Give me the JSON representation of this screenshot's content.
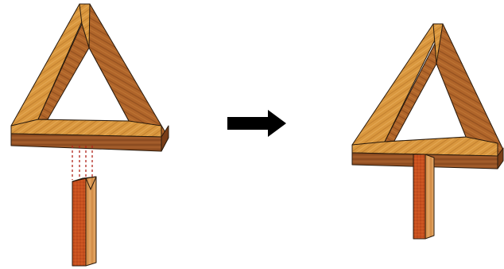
{
  "diagram": {
    "kind": "assembly-illustration",
    "steps": [
      {
        "state": "before",
        "parts": [
          "triangle-frame",
          "post"
        ],
        "post_attached": false
      },
      {
        "state": "after",
        "parts": [
          "triangle-frame",
          "post"
        ],
        "post_attached": true
      }
    ],
    "arrow": {
      "direction": "right",
      "icon": "arrow-right-icon"
    },
    "colors": {
      "wood_top": "#d9973e",
      "wood_side": "#b0652a",
      "wood_front": "#8f4e22",
      "post_front": "#c8501e",
      "post_side": "#dc9a54",
      "outline": "#2a1a0c",
      "guide": "#b0241a",
      "arrow": "#000000"
    }
  }
}
